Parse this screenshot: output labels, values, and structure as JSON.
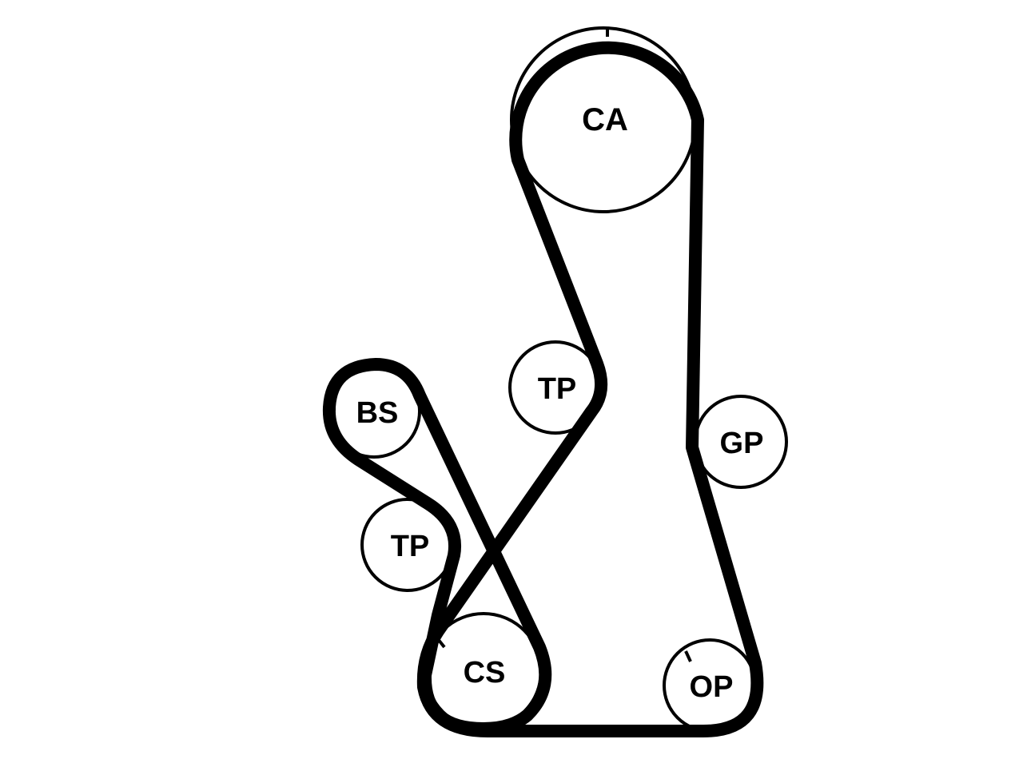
{
  "diagram": {
    "pulleys": {
      "ca": "CA",
      "tp_upper": "TP",
      "gp": "GP",
      "bs": "BS",
      "tp_lower": "TP",
      "cs": "CS",
      "op": "OP"
    },
    "colors": {
      "line": "#000000",
      "background": "#ffffff"
    }
  }
}
